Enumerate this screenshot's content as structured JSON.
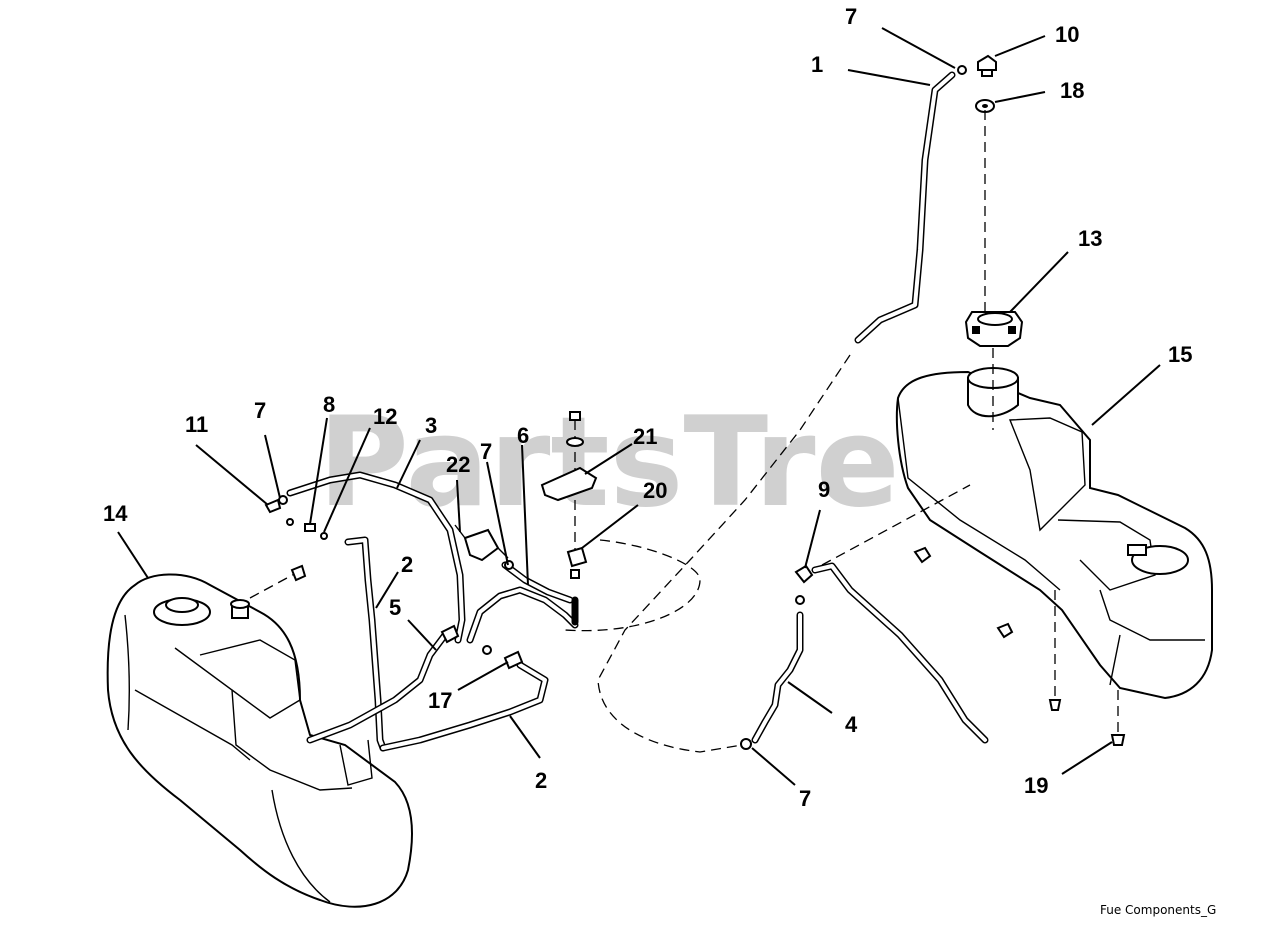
{
  "watermark": {
    "text": "PartsTree",
    "trademark": "™"
  },
  "figure_label": "Fue Components_G",
  "callouts": {
    "c1": "1",
    "c2a": "2",
    "c2b": "2",
    "c3": "3",
    "c4": "4",
    "c5": "5",
    "c6": "6",
    "c7a": "7",
    "c7b": "7",
    "c7c": "7",
    "c7d": "7",
    "c8": "8",
    "c9": "9",
    "c10": "10",
    "c11": "11",
    "c12": "12",
    "c13": "13",
    "c14": "14",
    "c15": "15",
    "c17": "17",
    "c18": "18",
    "c19": "19",
    "c20": "20",
    "c21": "21",
    "c22": "22"
  }
}
